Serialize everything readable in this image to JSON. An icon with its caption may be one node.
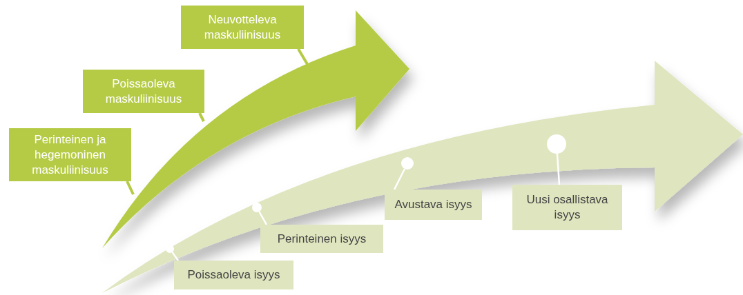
{
  "diagram": {
    "nodes": [
      {
        "text": [
          "Neuvotteleva maskuliinisuus"
        ]
      },
      {
        "text": [
          "Poissaoleva maskuliinisuus"
        ]
      },
      {
        "text": [
          "Perinteinen ja hegemoninen maskuliinisuus"
        ]
      },
      {
        "text": [],
        "shape": "circle"
      },
      {
        "text": [],
        "shape": "circle"
      },
      {
        "text": [],
        "shape": "circle"
      },
      {
        "text": [],
        "shape": "circle"
      },
      {
        "text": [
          "Poissaoleva isyys"
        ]
      },
      {
        "text": [
          "Perinteinen isyys"
        ]
      },
      {
        "text": [
          "Avustava isyys"
        ]
      },
      {
        "text": [
          "Uusi osallistava isyys"
        ]
      }
    ],
    "edges": [
      {
        "from": 0,
        "to": null,
        "arrow": "none",
        "color": "#b5cb45"
      },
      {
        "from": 1,
        "to": null,
        "arrow": "none",
        "color": "#b5cb45"
      },
      {
        "from": 2,
        "to": null,
        "arrow": "none",
        "color": "#b5cb45"
      },
      {
        "from": 7,
        "to": 3,
        "arrow": "none",
        "color": "#ffffff"
      },
      {
        "from": 8,
        "to": 4,
        "arrow": "none",
        "color": "#ffffff"
      },
      {
        "from": 9,
        "to": 5,
        "arrow": "none",
        "color": "#ffffff"
      },
      {
        "from": 10,
        "to": 6,
        "arrow": "none",
        "color": "#ffffff"
      }
    ]
  }
}
